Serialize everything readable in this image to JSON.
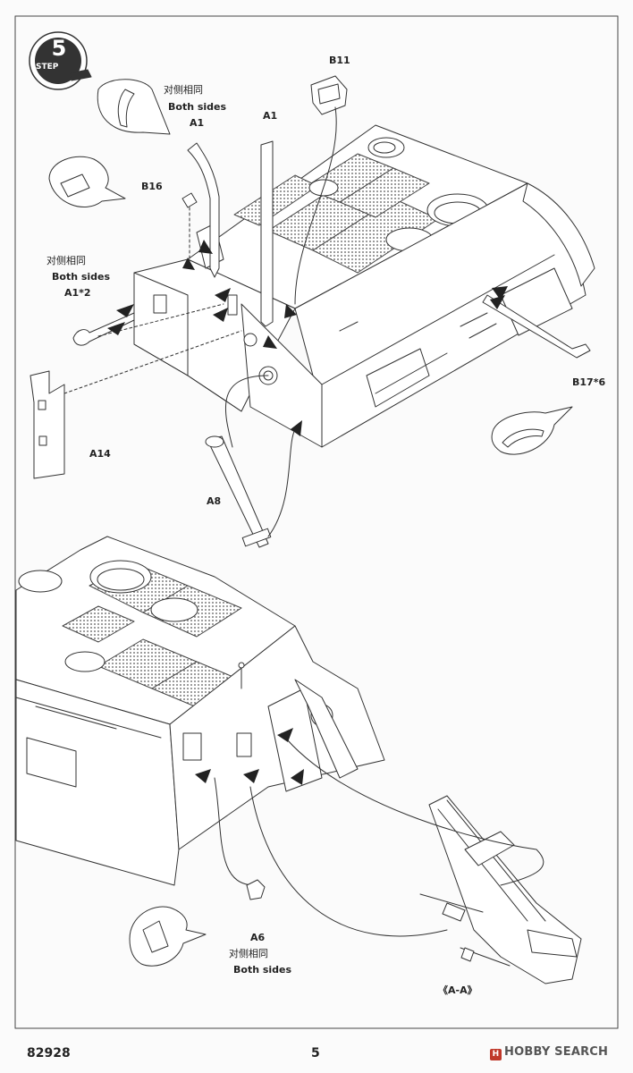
{
  "step": {
    "number": "5",
    "word": "STEP"
  },
  "labels": {
    "both_sides_cn": "对侧相同",
    "both_sides_en": "Both sides",
    "a1": "A1",
    "a1_right": "A1",
    "b11": "B11",
    "b16": "B16",
    "a1x2": "A1*2",
    "a14": "A14",
    "a8": "A8",
    "b17x6": "B17*6",
    "a6": "A6",
    "section": "《A-A》"
  },
  "footer": {
    "code": "82928",
    "page": "5",
    "watermark": "HOBBY SEARCH"
  }
}
